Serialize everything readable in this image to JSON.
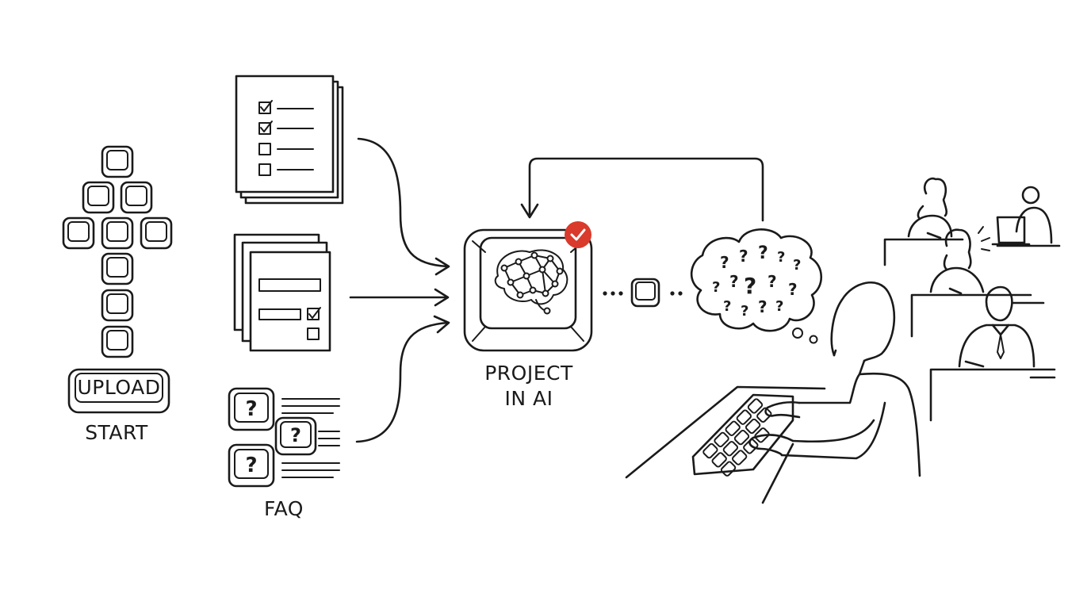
{
  "labels": {
    "upload_key": "UPLOAD",
    "start": "START",
    "faq": "FAQ",
    "project_line1": "PROJECT",
    "project_line2": "IN AI",
    "key_question": "?",
    "thought_question": "?"
  },
  "colors": {
    "ink": "#1a1a1a",
    "accent_badge": "#d93a2b",
    "paper": "#ffffff"
  },
  "icons": [
    "checklist-document-icon",
    "form-document-icon",
    "faq-keys-icon",
    "brain-network-icon",
    "check-badge-icon",
    "thought-cloud-icon",
    "person-at-keyboard-icon",
    "audience-icon"
  ]
}
